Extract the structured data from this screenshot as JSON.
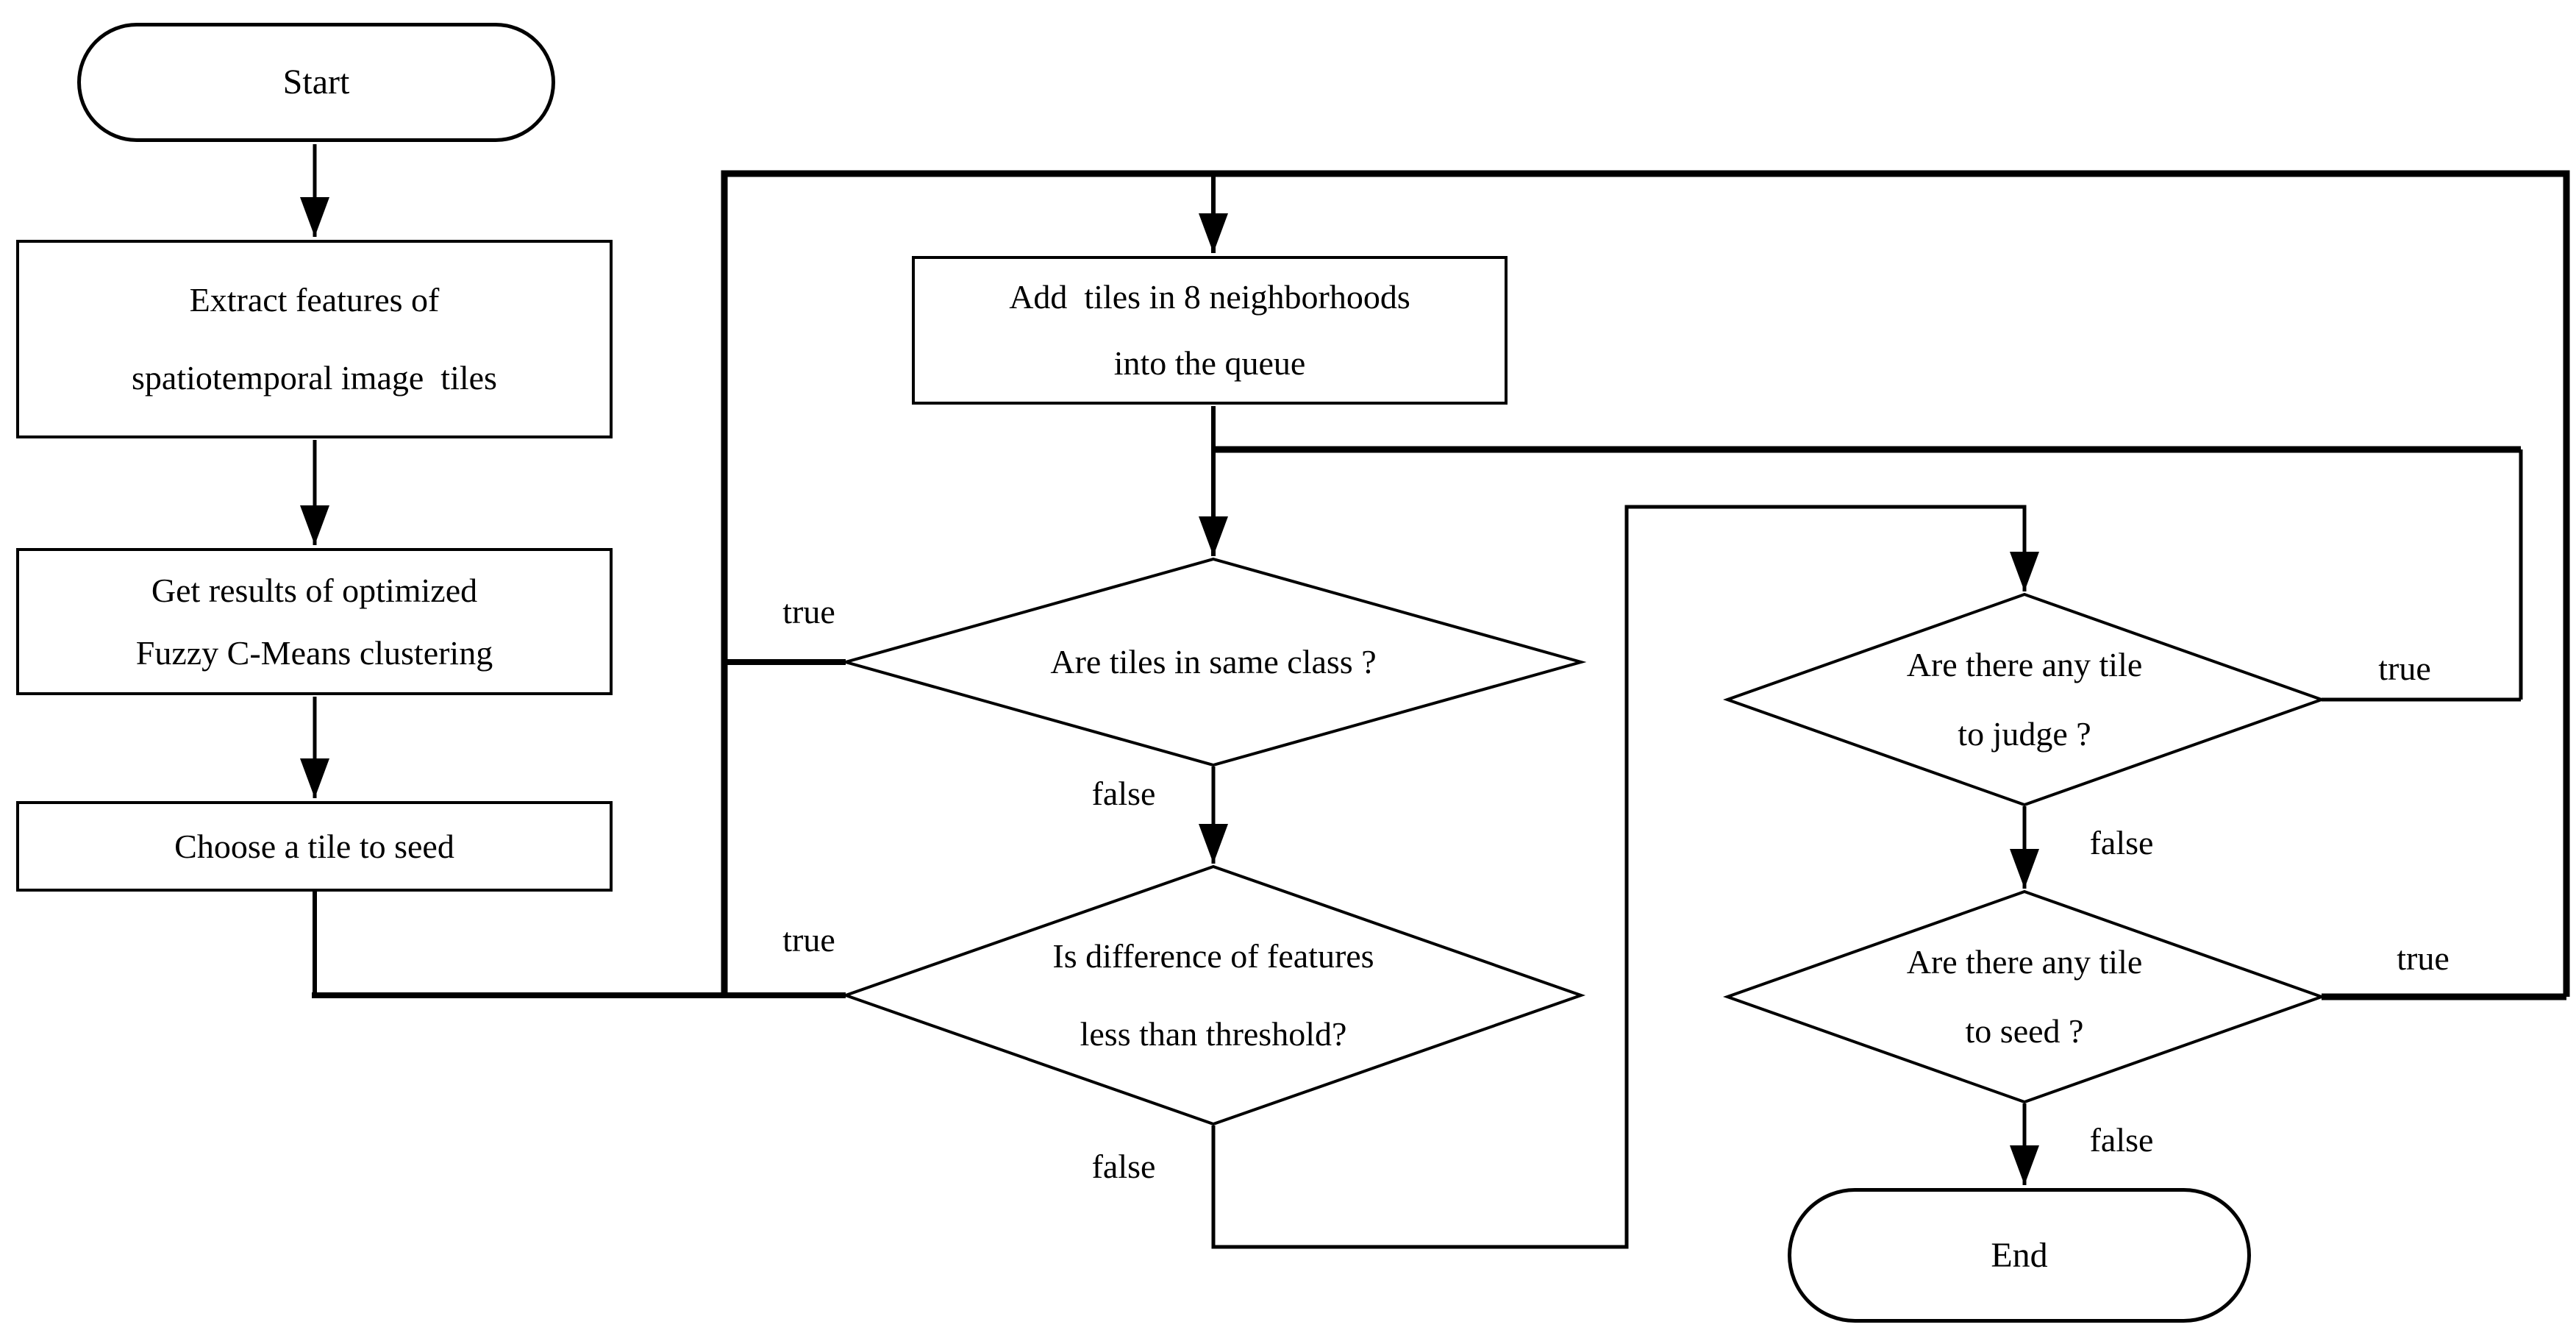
{
  "diagram": {
    "type": "flowchart",
    "colors": {
      "ink": "#000000",
      "background": "#ffffff"
    },
    "nodes": {
      "start": {
        "type": "terminator",
        "label": "Start"
      },
      "extract": {
        "type": "process",
        "label": "Extract features of\nspatiotemporal image  tiles"
      },
      "get_results": {
        "type": "process",
        "label": "Get results of optimized\nFuzzy C-Means clustering"
      },
      "choose_seed": {
        "type": "process",
        "label": "Choose a tile to seed"
      },
      "add_tiles": {
        "type": "process",
        "label": "Add  tiles in 8 neighborhoods\ninto the queue"
      },
      "same_class": {
        "type": "decision",
        "label": "Are tiles in same class ?"
      },
      "feature_diff": {
        "type": "decision",
        "label": "Is difference of features\nless than threshold?"
      },
      "tile_to_judge": {
        "type": "decision",
        "label": "Are there any tile\nto judge ?"
      },
      "tile_to_seed": {
        "type": "decision",
        "label": "Are there any tile\nto seed ?"
      },
      "end": {
        "type": "terminator",
        "label": "End"
      }
    },
    "branch_labels": {
      "same_class_true": "true",
      "same_class_false": "false",
      "feature_diff_true": "true",
      "feature_diff_false": "false",
      "tile_to_judge_true": "true",
      "tile_to_judge_false": "false",
      "tile_to_seed_true": "true",
      "tile_to_seed_false": "false"
    },
    "edges": [
      {
        "from": "start",
        "to": "extract"
      },
      {
        "from": "extract",
        "to": "get_results"
      },
      {
        "from": "get_results",
        "to": "choose_seed"
      },
      {
        "from": "choose_seed",
        "to": "add_tiles"
      },
      {
        "from": "add_tiles",
        "to": "same_class"
      },
      {
        "from": "same_class",
        "to": "add_tiles",
        "condition": "true"
      },
      {
        "from": "same_class",
        "to": "feature_diff",
        "condition": "false"
      },
      {
        "from": "feature_diff",
        "to": "add_tiles",
        "condition": "true"
      },
      {
        "from": "feature_diff",
        "to": "tile_to_judge",
        "condition": "false"
      },
      {
        "from": "tile_to_judge",
        "to": "same_class",
        "condition": "true"
      },
      {
        "from": "tile_to_judge",
        "to": "tile_to_seed",
        "condition": "false"
      },
      {
        "from": "tile_to_seed",
        "to": "add_tiles",
        "condition": "true"
      },
      {
        "from": "tile_to_seed",
        "to": "end",
        "condition": "false"
      }
    ]
  }
}
